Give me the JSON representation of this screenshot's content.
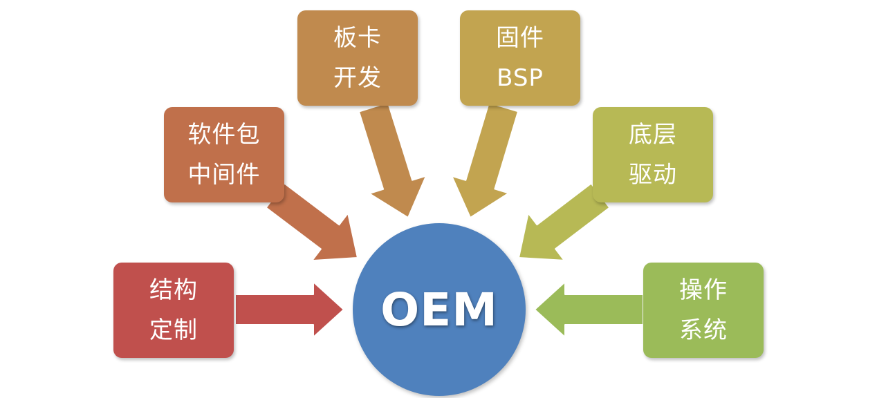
{
  "center": {
    "label": "OEM",
    "color": "#4f81bd"
  },
  "boxes": [
    {
      "line1": "结构",
      "line2": "定制",
      "color": "#c0504d"
    },
    {
      "line1": "软件包",
      "line2": "中间件",
      "color": "#c0704b"
    },
    {
      "line1": "板卡",
      "line2": "开发",
      "color": "#c08a4e"
    },
    {
      "line1": "固件",
      "line2": "BSP",
      "color": "#c2a450"
    },
    {
      "line1": "底层",
      "line2": "驱动",
      "color": "#b7b955"
    },
    {
      "line1": "操作",
      "line2": "系统",
      "color": "#9bbb59"
    }
  ]
}
